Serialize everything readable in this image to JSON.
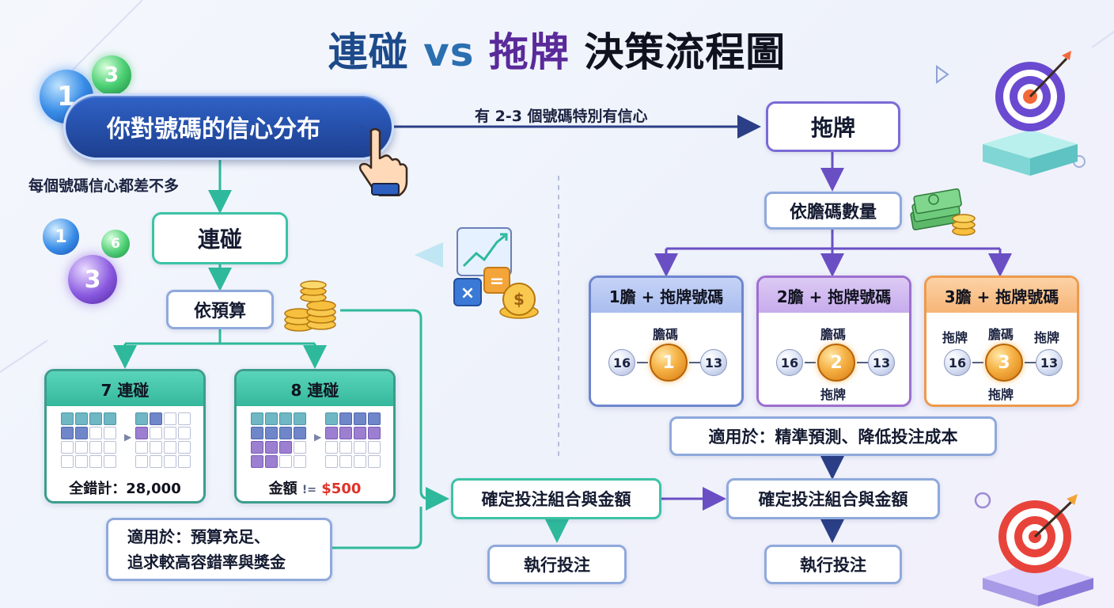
{
  "title": {
    "part1": "連碰",
    "part2": "vs",
    "part3": "拖牌",
    "part4": "決策流程圖"
  },
  "root": {
    "label": "你對號碼的信心分布"
  },
  "branch_labels": {
    "left": "每個號碼信心都差不多",
    "right": "有 2-3 個號碼特別有信心"
  },
  "left": {
    "method": "連碰",
    "by_budget": "依預算",
    "card7": {
      "title": "7 連碰",
      "foot_label": "全錯計：",
      "foot_value": "28,000"
    },
    "card8": {
      "title": "8 連碰",
      "foot_label": "金額 ",
      "foot_mark": "!=",
      "foot_value": "$500"
    },
    "suitable": {
      "line1": "適用於：預算充足、",
      "line2": "追求較高容錯率與獎金"
    }
  },
  "right": {
    "method": "拖牌",
    "by_banker": "依膽碼數量",
    "cards": [
      {
        "title": "1膽 + 拖牌號碼",
        "top_label": "膽碼",
        "bottom_label": "",
        "left_num": "16",
        "banker": "1",
        "right_num": "13"
      },
      {
        "title": "2膽 + 拖牌號碼",
        "top_label": "膽碼",
        "bottom_label": "拖牌",
        "left_num": "16",
        "banker": "2",
        "right_num": "13"
      },
      {
        "title": "3膽 + 拖牌號碼",
        "top_label": "膽碼",
        "bottom_label": "拖牌",
        "side_left": "拖牌",
        "side_right": "拖牌",
        "left_num": "16",
        "banker": "3",
        "right_num": "13"
      }
    ],
    "suitable": "適用於：精準預測、降低投注成本"
  },
  "confirm_label": "確定投注組合與金額",
  "execute_label": "執行投注",
  "deco_balls": {
    "a": "1",
    "b": "3",
    "c": "1",
    "d": "6",
    "e": "3"
  },
  "colors": {
    "teal": "#3cc3a6",
    "navy": "#1d3f8f",
    "purple": "#7b5bd0",
    "gold": "#f5b043"
  }
}
